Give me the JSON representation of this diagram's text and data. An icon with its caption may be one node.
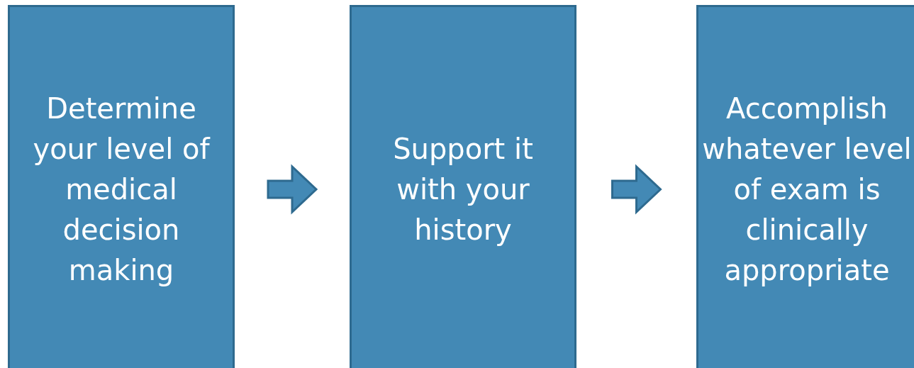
{
  "diagram": {
    "nodes": [
      {
        "text": [
          "Determine your level of medical decision making"
        ]
      },
      {
        "text": [
          "Support it with your history"
        ]
      },
      {
        "text": [
          "Accomplish whatever level of exam is clinically appropriate"
        ]
      }
    ],
    "edges": [
      {
        "from": 0,
        "to": 1,
        "arrow": "to"
      },
      {
        "from": 1,
        "to": 2,
        "arrow": "to"
      }
    ]
  }
}
